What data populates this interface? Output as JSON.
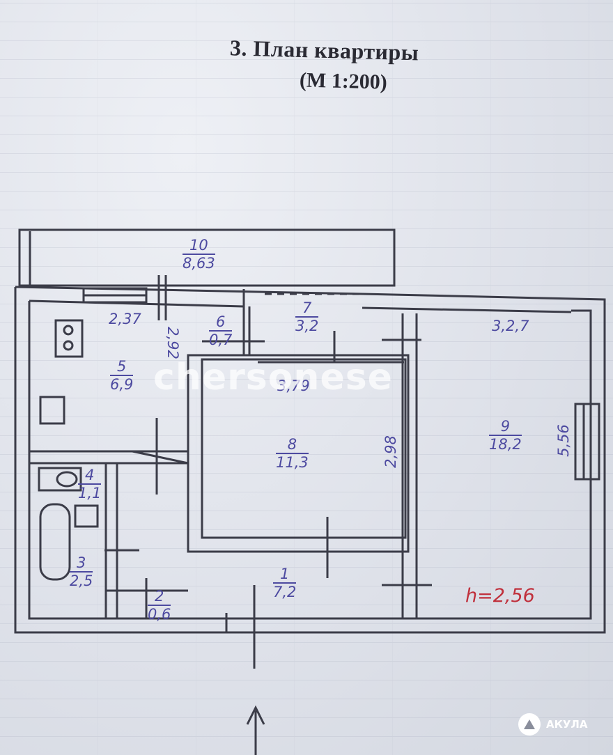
{
  "title": "3. План квартиры",
  "scale": "(М 1:200)",
  "rooms": [
    {
      "number": "10",
      "area": "8,63"
    },
    {
      "number": "7",
      "area": "3,2"
    },
    {
      "number": "6",
      "area": "0,7"
    },
    {
      "number": "5",
      "area": "6,9"
    },
    {
      "number": "8",
      "area": "11,3"
    },
    {
      "number": "9",
      "area": "18,2"
    },
    {
      "number": "4",
      "area": "1,1"
    },
    {
      "number": "3",
      "area": "2,5"
    },
    {
      "number": "2",
      "area": "0,6"
    },
    {
      "number": "1",
      "area": "7,2"
    }
  ],
  "dimensions": {
    "d_237": "2,37",
    "d_292": "2,92",
    "d_379": "3,79",
    "d_298": "2,98",
    "d_327": "3,2,7",
    "d_556": "5,56"
  },
  "ceiling_height": "h=2,56",
  "watermark": "chersonese",
  "logo_text": "АКУЛА",
  "colors": {
    "ink": "#4d4aa0",
    "wall": "#3b3c48",
    "height_note": "#c0303c"
  }
}
